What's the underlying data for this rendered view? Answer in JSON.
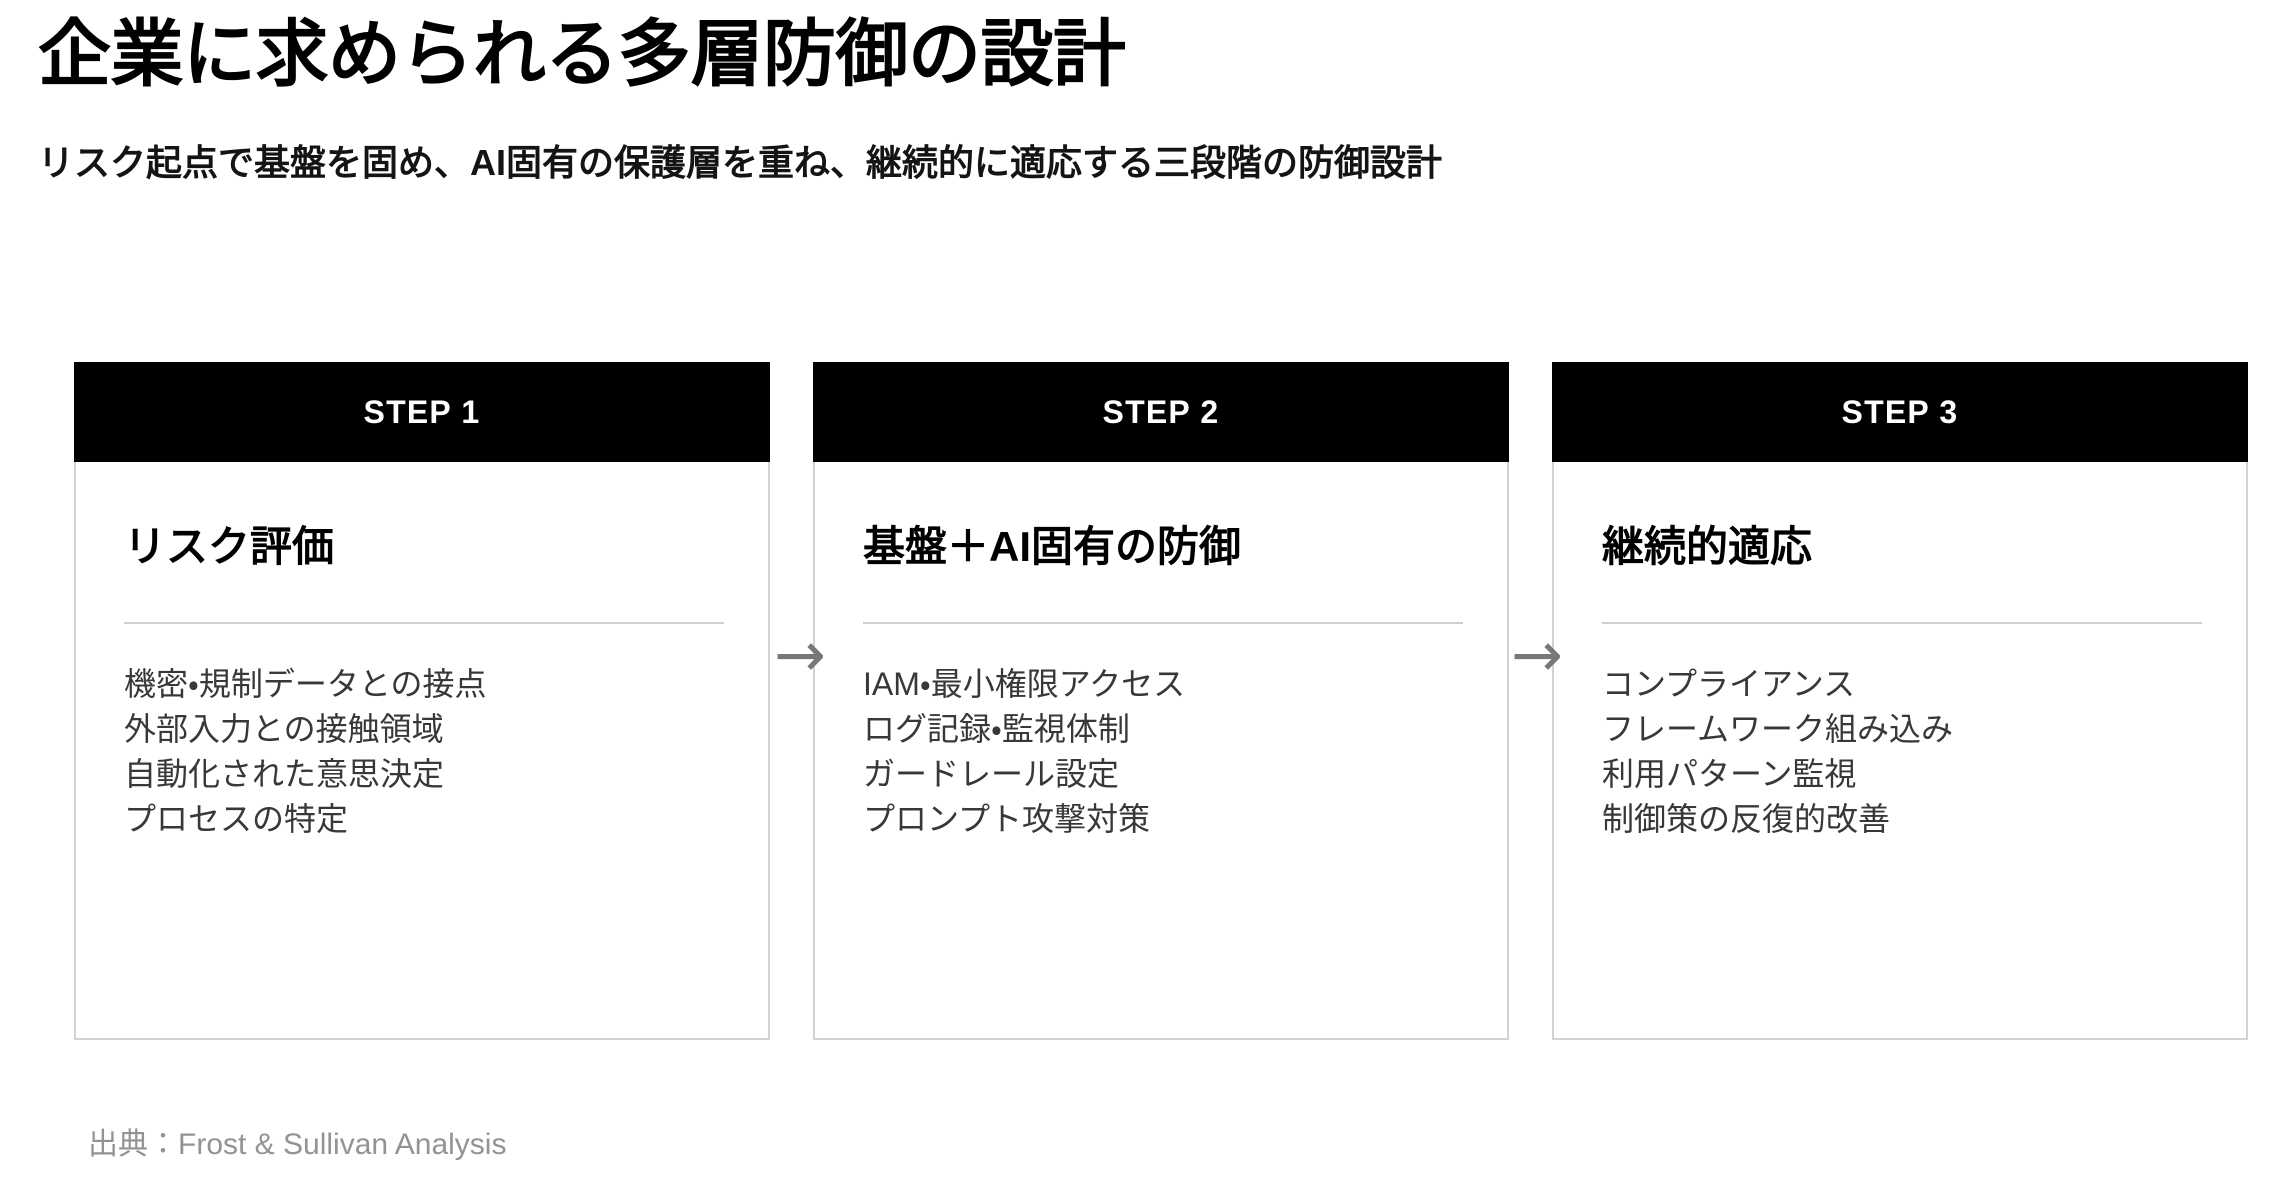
{
  "header": {
    "title": "企業に求められる多層防御の設計",
    "subtitle": "リスク起点で基盤を固め、AI固有の保護層を重ね、継続的に適応する三段階の防御設計"
  },
  "steps": [
    {
      "band": "STEP 1",
      "heading": "リスク評価",
      "items": [
        "機密・規制データとの接点",
        "外部入力との接触領域",
        "自動化された意思決定",
        "プロセスの特定"
      ]
    },
    {
      "band": "STEP 2",
      "heading": "基盤＋AI固有の防御",
      "items": [
        "IAM・最小権限アクセス",
        "ログ記録・監視体制",
        "ガードレール設定",
        "プロンプト攻撃対策"
      ]
    },
    {
      "band": "STEP 3",
      "heading": "継続的適応",
      "items": [
        "コンプライアンス",
        "フレームワーク組み込み",
        "利用パターン監視",
        "制御策の反復的改善"
      ]
    }
  ],
  "connectors": [
    {
      "glyph": "→"
    },
    {
      "glyph": "→"
    }
  ],
  "source": "出典：Frost & Sullivan Analysis",
  "colors": {
    "band_background": "#000000",
    "band_text": "#ffffff",
    "card_border": "#d2d2d4",
    "rule": "#cfcfd2",
    "body_text": "#37383a",
    "arrow": "#77787a",
    "source_text": "#939395",
    "page_background": "#ffffff"
  }
}
